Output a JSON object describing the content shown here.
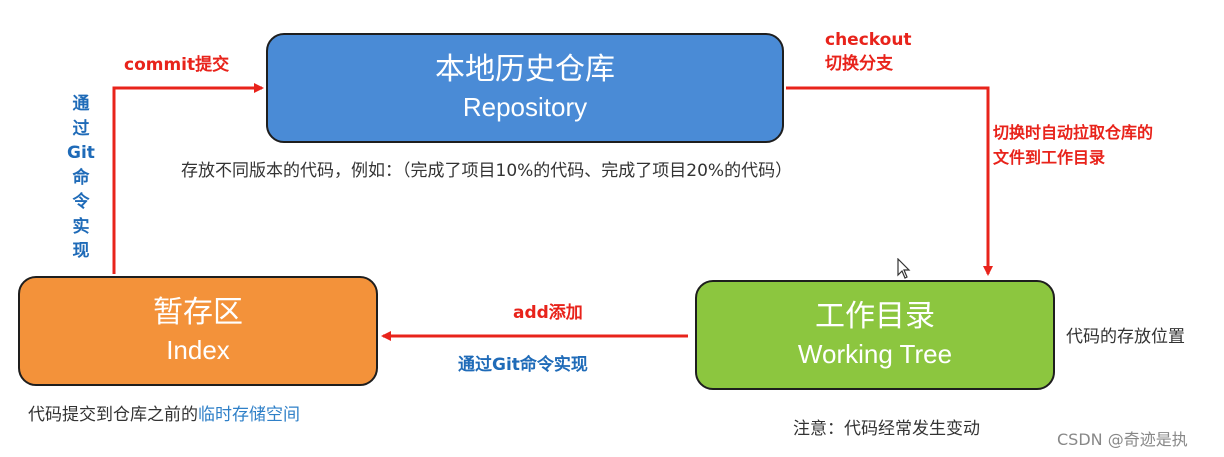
{
  "colors": {
    "repo_box": "#4a8bd6",
    "index_box": "#f3923a",
    "work_box": "#8cc63f",
    "arrow_red": "#e8231b",
    "label_blue": "#1f6bb8"
  },
  "repository": {
    "title": "本地历史仓库",
    "subtitle": "Repository"
  },
  "index": {
    "title": "暂存区",
    "subtitle": "Index"
  },
  "working_tree": {
    "title": "工作目录",
    "subtitle": "Working Tree"
  },
  "edges": {
    "commit": {
      "label": "commit提交"
    },
    "commit_via": {
      "label": "通过Git命令实现"
    },
    "checkout": {
      "line1": "checkout",
      "line2": "切换分支"
    },
    "auto_pull": {
      "line1": "切换时自动拉取仓库的",
      "line2": "文件到工作目录"
    },
    "add": {
      "label": "add添加"
    },
    "add_via": {
      "label": "通过Git命令实现"
    }
  },
  "notes": {
    "repo": "存放不同版本的代码，例如：（完成了项目10%的代码、完成了项目20%的代码）",
    "index_prefix": "代码提交到仓库之前的",
    "index_highlight": "临时存储空间",
    "work_side": "代码的存放位置",
    "work_below": "注意：代码经常发生变动"
  },
  "watermark": "CSDN @奇迹是执"
}
